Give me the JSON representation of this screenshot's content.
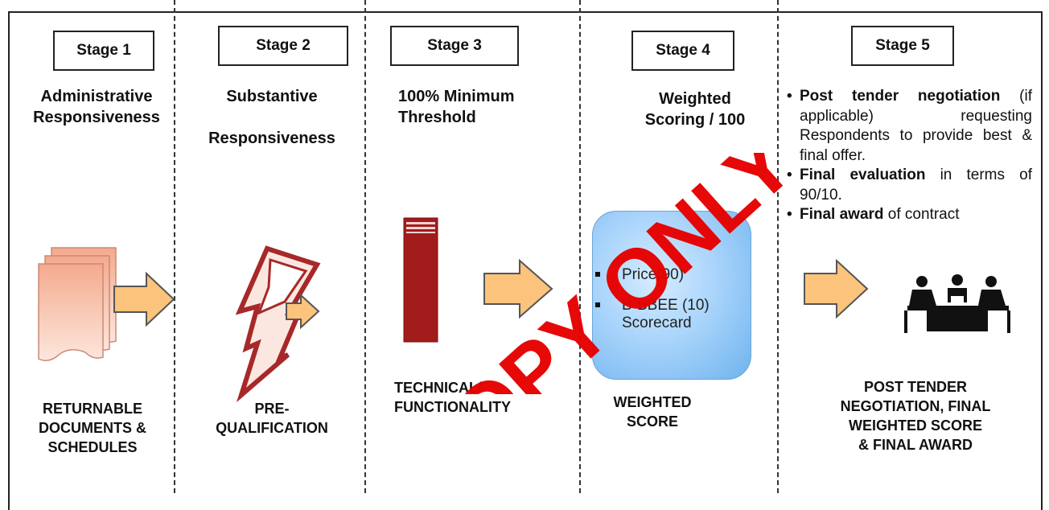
{
  "stages": [
    {
      "label": "Stage 1",
      "heading_lines": [
        "Administrative",
        "Responsiveness"
      ],
      "bottom_lines": [
        "RETURNABLE",
        "DOCUMENTS &",
        "SCHEDULES"
      ]
    },
    {
      "label": "Stage 2",
      "heading_lines": [
        "Substantive",
        "Responsiveness"
      ],
      "bottom_lines": [
        "PRE-",
        "QUALIFICATION"
      ]
    },
    {
      "label": "Stage 3",
      "heading_lines": [
        "100% Minimum",
        "Threshold"
      ],
      "bottom_lines": [
        "TECHNICAL/",
        "FUNCTIONALITY"
      ]
    },
    {
      "label": "Stage 4",
      "heading_lines": [
        "Weighted",
        "Scoring / 100"
      ],
      "bottom_lines": [
        "WEIGHTED",
        "SCORE"
      ]
    },
    {
      "label": "Stage 5",
      "bottom_lines": [
        "POST TENDER",
        "NEGOTIATION, FINAL",
        "WEIGHTED SCORE",
        "& FINAL AWARD"
      ]
    }
  ],
  "stage5_bullets": [
    {
      "bold": "Post tender negotiation",
      "text": " (if applicable) requesting Respondents to provide best & final offer."
    },
    {
      "bold": "Final evaluation",
      "text": " in terms of 90/10."
    },
    {
      "bold": "Final award",
      "text": " of contract"
    }
  ],
  "score_items": [
    "Price(90)",
    "B-BBEE (10) Scorecard"
  ],
  "watermark": "COPY ONLY\"",
  "icons": [
    "documents-icon",
    "lightning-icon",
    "bar-icon",
    "meeting-icon",
    "arrow-icon"
  ],
  "colors": {
    "arrow_fill": "#fbc37b",
    "arrow_stroke": "#555555",
    "bar": "#a31c1c",
    "lightning": "#a8282a",
    "documents": "#f1b49f",
    "watermark": "#e60000",
    "score_box": "#a9d4fb"
  }
}
